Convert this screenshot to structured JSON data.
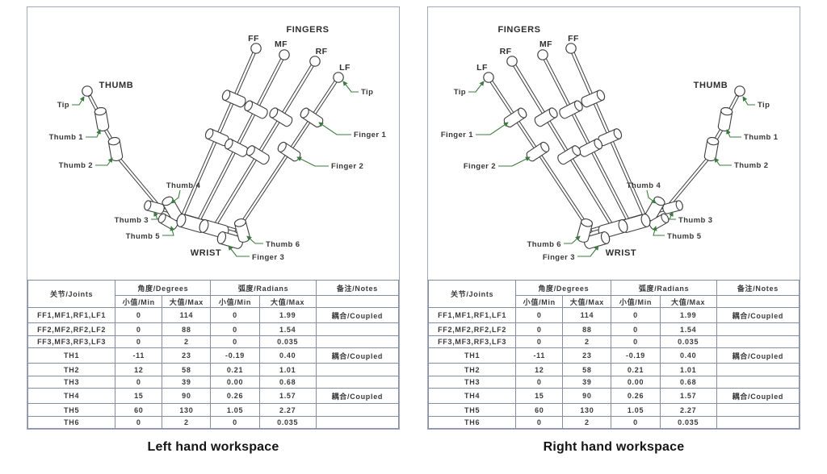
{
  "figure": {
    "colors": {
      "leader_green": "#3c7a3f",
      "line_dark": "#3f3f3f",
      "grid_gray": "#868da1",
      "panel_border": "#a3a9bf"
    },
    "panels": [
      {
        "id": "left-hand",
        "caption": "Left hand workspace",
        "labels": {
          "thumb_title": "THUMB",
          "fingers_title": "FINGERS",
          "wrist": "WRIST",
          "ff": "FF",
          "mf": "MF",
          "rf": "RF",
          "lf": "LF",
          "tip_thumb": "Tip",
          "tip_finger": "Tip",
          "thumb1": "Thumb 1",
          "thumb2": "Thumb 2",
          "thumb3": "Thumb 3",
          "thumb4": "Thumb 4",
          "thumb5": "Thumb 5",
          "thumb6": "Thumb 6",
          "finger1": "Finger 1",
          "finger2": "Finger 2",
          "finger3": "Finger 3"
        },
        "table": {
          "headers": {
            "joints": "关节/Joints",
            "degrees": "角度/Degrees",
            "radians": "弧度/Radians",
            "notes": "备注/Notes",
            "min": "小值/Min",
            "max": "大值/Max"
          },
          "rows": [
            {
              "joint": "FF1,MF1,RF1,LF1",
              "deg_min": "0",
              "deg_max": "114",
              "rad_min": "0",
              "rad_max": "1.99",
              "note": "耦合/Coupled"
            },
            {
              "joint": "FF2,MF2,RF2,LF2",
              "deg_min": "0",
              "deg_max": "88",
              "rad_min": "0",
              "rad_max": "1.54",
              "note": ""
            },
            {
              "joint": "FF3,MF3,RF3,LF3",
              "deg_min": "0",
              "deg_max": "2",
              "rad_min": "0",
              "rad_max": "0.035",
              "note": ""
            },
            {
              "joint": "TH1",
              "deg_min": "-11",
              "deg_max": "23",
              "rad_min": "-0.19",
              "rad_max": "0.40",
              "note": "耦合/Coupled"
            },
            {
              "joint": "TH2",
              "deg_min": "12",
              "deg_max": "58",
              "rad_min": "0.21",
              "rad_max": "1.01",
              "note": ""
            },
            {
              "joint": "TH3",
              "deg_min": "0",
              "deg_max": "39",
              "rad_min": "0.00",
              "rad_max": "0.68",
              "note": ""
            },
            {
              "joint": "TH4",
              "deg_min": "15",
              "deg_max": "90",
              "rad_min": "0.26",
              "rad_max": "1.57",
              "note": "耦合/Coupled"
            },
            {
              "joint": "TH5",
              "deg_min": "60",
              "deg_max": "130",
              "rad_min": "1.05",
              "rad_max": "2.27",
              "note": ""
            },
            {
              "joint": "TH6",
              "deg_min": "0",
              "deg_max": "2",
              "rad_min": "0",
              "rad_max": "0.035",
              "note": ""
            }
          ]
        }
      },
      {
        "id": "right-hand",
        "caption": "Right hand workspace",
        "labels": {
          "thumb_title": "THUMB",
          "fingers_title": "FINGERS",
          "wrist": "WRIST",
          "ff": "FF",
          "mf": "MF",
          "rf": "RF",
          "lf": "LF",
          "tip_thumb": "Tip",
          "tip_finger": "Tip",
          "thumb1": "Thumb 1",
          "thumb2": "Thumb 2",
          "thumb3": "Thumb 3",
          "thumb4": "Thumb 4",
          "thumb5": "Thumb 5",
          "thumb6": "Thumb 6",
          "finger1": "Finger 1",
          "finger2": "Finger 2",
          "finger3": "Finger 3"
        },
        "table": {
          "headers": {
            "joints": "关节/Joints",
            "degrees": "角度/Degrees",
            "radians": "弧度/Radians",
            "notes": "备注/Notes",
            "min": "小值/Min",
            "max": "大值/Max"
          },
          "rows": [
            {
              "joint": "FF1,MF1,RF1,LF1",
              "deg_min": "0",
              "deg_max": "114",
              "rad_min": "0",
              "rad_max": "1.99",
              "note": "耦合/Coupled"
            },
            {
              "joint": "FF2,MF2,RF2,LF2",
              "deg_min": "0",
              "deg_max": "88",
              "rad_min": "0",
              "rad_max": "1.54",
              "note": ""
            },
            {
              "joint": "FF3,MF3,RF3,LF3",
              "deg_min": "0",
              "deg_max": "2",
              "rad_min": "0",
              "rad_max": "0.035",
              "note": ""
            },
            {
              "joint": "TH1",
              "deg_min": "-11",
              "deg_max": "23",
              "rad_min": "-0.19",
              "rad_max": "0.40",
              "note": "耦合/Coupled"
            },
            {
              "joint": "TH2",
              "deg_min": "12",
              "deg_max": "58",
              "rad_min": "0.21",
              "rad_max": "1.01",
              "note": ""
            },
            {
              "joint": "TH3",
              "deg_min": "0",
              "deg_max": "39",
              "rad_min": "0.00",
              "rad_max": "0.68",
              "note": ""
            },
            {
              "joint": "TH4",
              "deg_min": "15",
              "deg_max": "90",
              "rad_min": "0.26",
              "rad_max": "1.57",
              "note": "耦合/Coupled"
            },
            {
              "joint": "TH5",
              "deg_min": "60",
              "deg_max": "130",
              "rad_min": "1.05",
              "rad_max": "2.27",
              "note": ""
            },
            {
              "joint": "TH6",
              "deg_min": "0",
              "deg_max": "2",
              "rad_min": "0",
              "rad_max": "0.035",
              "note": ""
            }
          ]
        }
      }
    ]
  }
}
